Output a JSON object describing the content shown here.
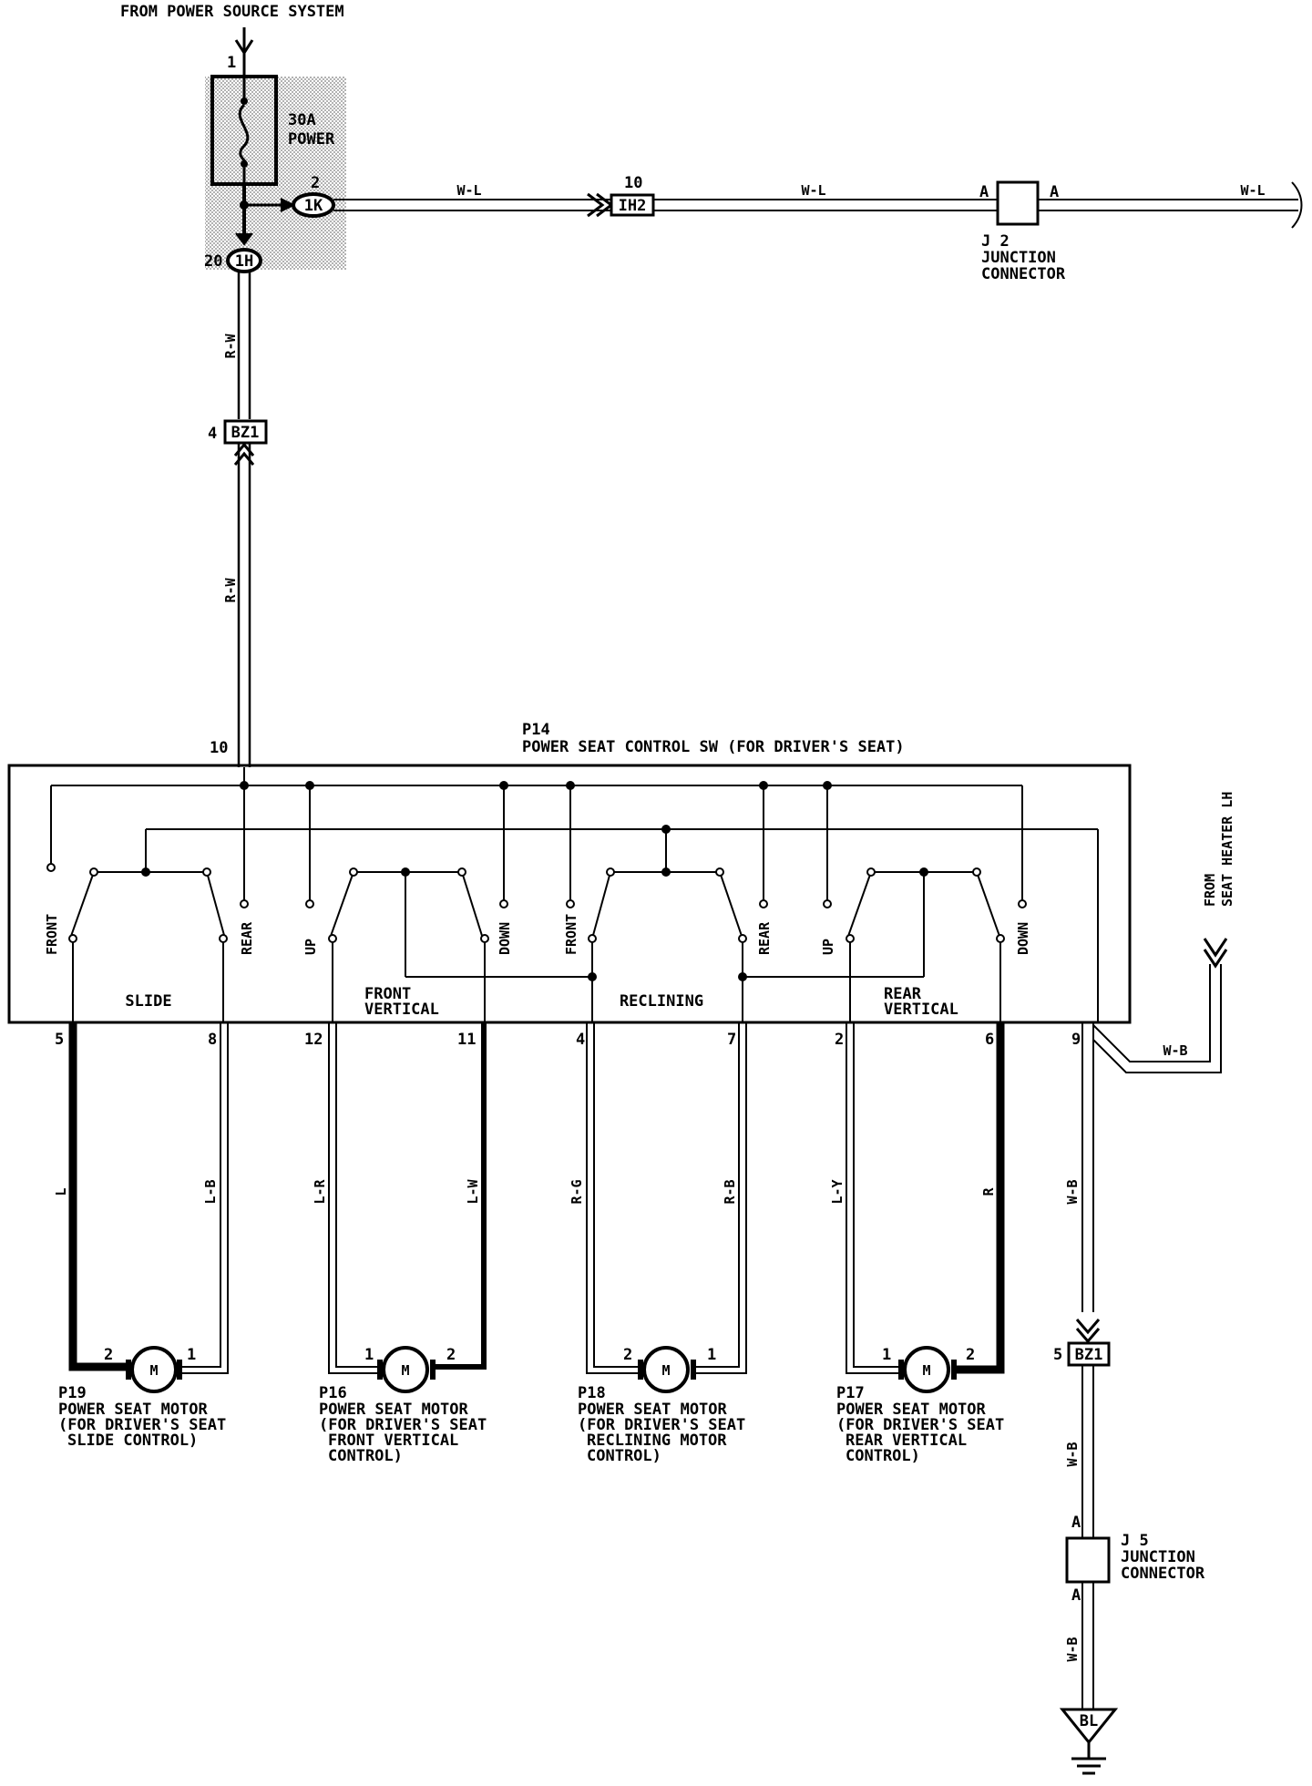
{
  "header": {
    "source": "FROM POWER SOURCE SYSTEM"
  },
  "fuse": {
    "rating": "30A",
    "name": "POWER",
    "pin_in": "1",
    "pin_out": "2",
    "pin_down": "20"
  },
  "connectors": {
    "c1k": "1K",
    "c1h": "1H",
    "ih2": "IH2",
    "ih2_pin": "10",
    "bz1_top": "BZ1",
    "bz1_top_pin": "4",
    "bz1_bot": "BZ1",
    "bz1_bot_pin": "5"
  },
  "wires": {
    "wl_1": "W-L",
    "wl_2": "W-L",
    "wl_3": "W-L",
    "rw_1": "R-W",
    "rw_2": "R-W",
    "l": "L",
    "lb": "L-B",
    "lr": "L-R",
    "lw": "L-W",
    "rg": "R-G",
    "rb": "R-B",
    "ly": "L-Y",
    "r": "R",
    "wb_h": "W-B",
    "wb_v1": "W-B",
    "wb_v2": "W-B",
    "wb_v3": "W-B"
  },
  "j2": {
    "code": "J 2",
    "line1": "JUNCTION",
    "line2": "CONNECTOR",
    "pin_a1": "A",
    "pin_a2": "A"
  },
  "j5": {
    "code": "J 5",
    "line1": "JUNCTION",
    "line2": "CONNECTOR",
    "pin_a1": "A",
    "pin_a2": "A"
  },
  "switch": {
    "code": "P14",
    "name": "POWER SEAT CONTROL SW (FOR DRIVER'S SEAT)",
    "pin_top": "10",
    "sections": {
      "slide": "SLIDE",
      "front_vertical_1": "FRONT",
      "front_vertical_2": "VERTICAL",
      "reclining": "RECLINING",
      "rear_vertical_1": "REAR",
      "rear_vertical_2": "VERTICAL"
    },
    "terminals": {
      "t1": "FRONT",
      "t2": "REAR",
      "t3": "UP",
      "t4": "DOWN",
      "t5": "FRONT",
      "t6": "REAR",
      "t7": "UP",
      "t8": "DOWN"
    },
    "pins": {
      "p5": "5",
      "p8": "8",
      "p12": "12",
      "p11": "11",
      "p4": "4",
      "p7": "7",
      "p2": "2",
      "p6": "6",
      "p9": "9"
    }
  },
  "heater": {
    "line1": "FROM",
    "line2": "SEAT HEATER LH"
  },
  "motors": [
    {
      "code": "P19",
      "l1": "POWER SEAT MOTOR",
      "l2": "(FOR DRIVER'S SEAT",
      "l3": "SLIDE CONTROL)",
      "l4": "",
      "pin_left": "2",
      "pin_right": "1",
      "symbol": "M"
    },
    {
      "code": "P16",
      "l1": "POWER SEAT MOTOR",
      "l2": "(FOR DRIVER'S SEAT",
      "l3": "FRONT VERTICAL",
      "l4": "CONTROL)",
      "pin_left": "1",
      "pin_right": "2",
      "symbol": "M"
    },
    {
      "code": "P18",
      "l1": "POWER SEAT MOTOR",
      "l2": "(FOR DRIVER'S SEAT",
      "l3": "RECLINING MOTOR",
      "l4": "CONTROL)",
      "pin_left": "2",
      "pin_right": "1",
      "symbol": "M"
    },
    {
      "code": "P17",
      "l1": "POWER SEAT MOTOR",
      "l2": "(FOR DRIVER'S SEAT",
      "l3": "REAR VERTICAL",
      "l4": "CONTROL)",
      "pin_left": "1",
      "pin_right": "2",
      "symbol": "M"
    }
  ],
  "ground": {
    "code": "BL"
  }
}
